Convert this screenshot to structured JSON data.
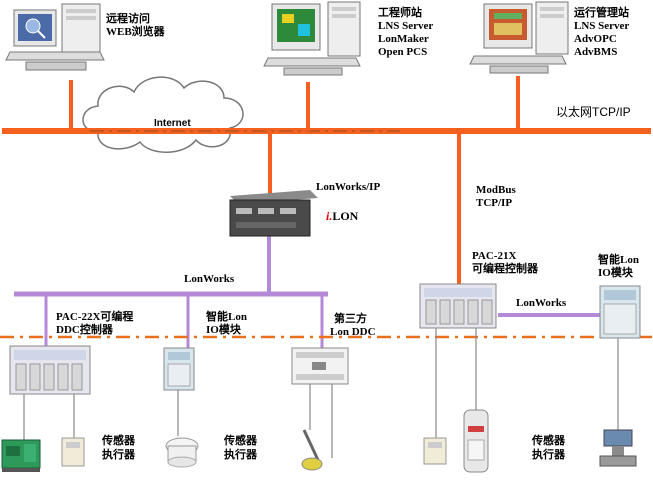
{
  "colors": {
    "ethernet": "#f5601f",
    "lonworks_bus": "#b48ad8",
    "dashdot": "#e8701f"
  },
  "stations": {
    "remote": {
      "line1": "远程访问",
      "line2": "WEB浏览器"
    },
    "engineer": {
      "line1": "工程师站",
      "line2": "LNS Server",
      "line3": "LonMaker",
      "line4": "Open PCS"
    },
    "operator": {
      "line1": "运行管理站",
      "line2": "LNS Server",
      "line3": "AdvOPC",
      "line4": "AdvBMS"
    }
  },
  "network": {
    "internet": "Internet",
    "ethernet": "以太网TCP/IP",
    "lonworks_ip": "LonWorks/IP",
    "ilon_i": "i.",
    "ilon_rest": "LON",
    "lonworks_left": "LonWorks",
    "modbus_line1": "ModBus",
    "modbus_line2": "TCP/IP",
    "lonworks_right": "LonWorks"
  },
  "devices": {
    "pac22x": {
      "line1": "PAC-22X可编程",
      "line2": "DDC控制器"
    },
    "io_left": {
      "line1": "智能Lon",
      "line2": "IO模块"
    },
    "third_party": {
      "line1": "第三方",
      "line2": "Lon DDC"
    },
    "pac21x": {
      "line1": "PAC-21X",
      "line2": "可编程控制器"
    },
    "io_right": {
      "line1": "智能Lon",
      "line2": "IO模块"
    }
  },
  "sensors": {
    "left": {
      "line1": "传感器",
      "line2": "执行器"
    },
    "middle": {
      "line1": "传感器",
      "line2": "执行器"
    },
    "right": {
      "line1": "传感器",
      "line2": "执行器"
    }
  }
}
